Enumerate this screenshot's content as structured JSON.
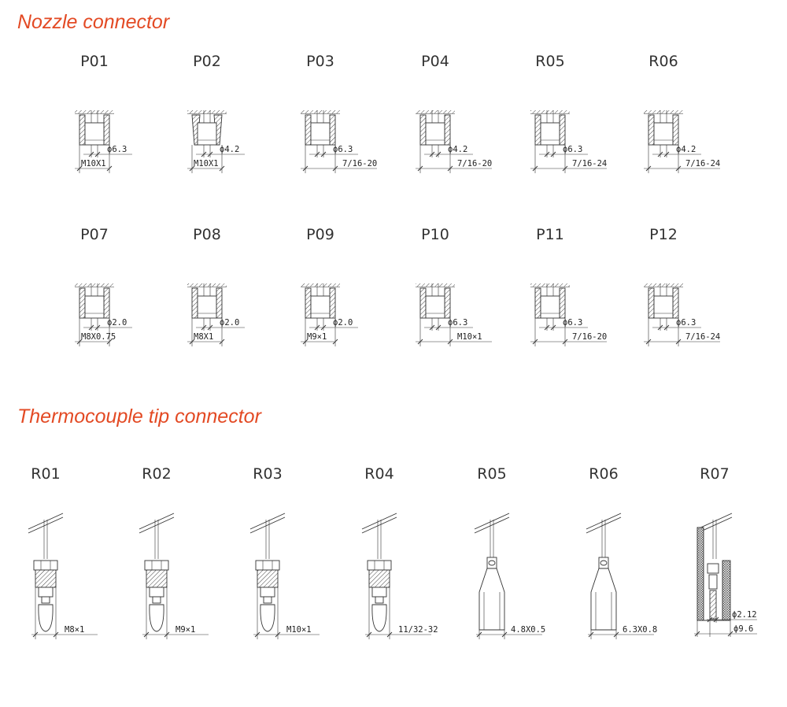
{
  "sections": {
    "nozzle": {
      "title": "Nozzle connector"
    },
    "thermocouple": {
      "title": "Thermocouple tip connector"
    }
  },
  "nozzle_parts": [
    {
      "code": "P01",
      "dia": "ϕ6.3",
      "thread": "M10X1"
    },
    {
      "code": "P02",
      "dia": "ϕ4.2",
      "thread": "M10X1"
    },
    {
      "code": "P03",
      "dia": "ϕ6.3",
      "thread": "7/16-20"
    },
    {
      "code": "P04",
      "dia": "ϕ4.2",
      "thread": "7/16-20"
    },
    {
      "code": "R05",
      "dia": "ϕ6.3",
      "thread": "7/16-24"
    },
    {
      "code": "R06",
      "dia": "ϕ4.2",
      "thread": "7/16-24"
    },
    {
      "code": "P07",
      "dia": "ϕ2.0",
      "thread": "M8X0.75"
    },
    {
      "code": "P08",
      "dia": "ϕ2.0",
      "thread": "M8X1"
    },
    {
      "code": "P09",
      "dia": "ϕ2.0",
      "thread": "M9×1"
    },
    {
      "code": "P10",
      "dia": "ϕ6.3",
      "thread": "M10×1"
    },
    {
      "code": "P11",
      "dia": "ϕ6.3",
      "thread": "7/16-20"
    },
    {
      "code": "P12",
      "dia": "ϕ6.3",
      "thread": "7/16-24"
    }
  ],
  "tc_parts": [
    {
      "code": "R01",
      "thread": "M8×1"
    },
    {
      "code": "R02",
      "thread": "M9×1"
    },
    {
      "code": "R03",
      "thread": "M10×1"
    },
    {
      "code": "R04",
      "thread": "11/32-32"
    },
    {
      "code": "R05",
      "thread": "4.8X0.5"
    },
    {
      "code": "R06",
      "thread": "6.3X0.8"
    },
    {
      "code": "R07",
      "dia": "ϕ2.12",
      "thread": "ϕ9.6"
    }
  ]
}
